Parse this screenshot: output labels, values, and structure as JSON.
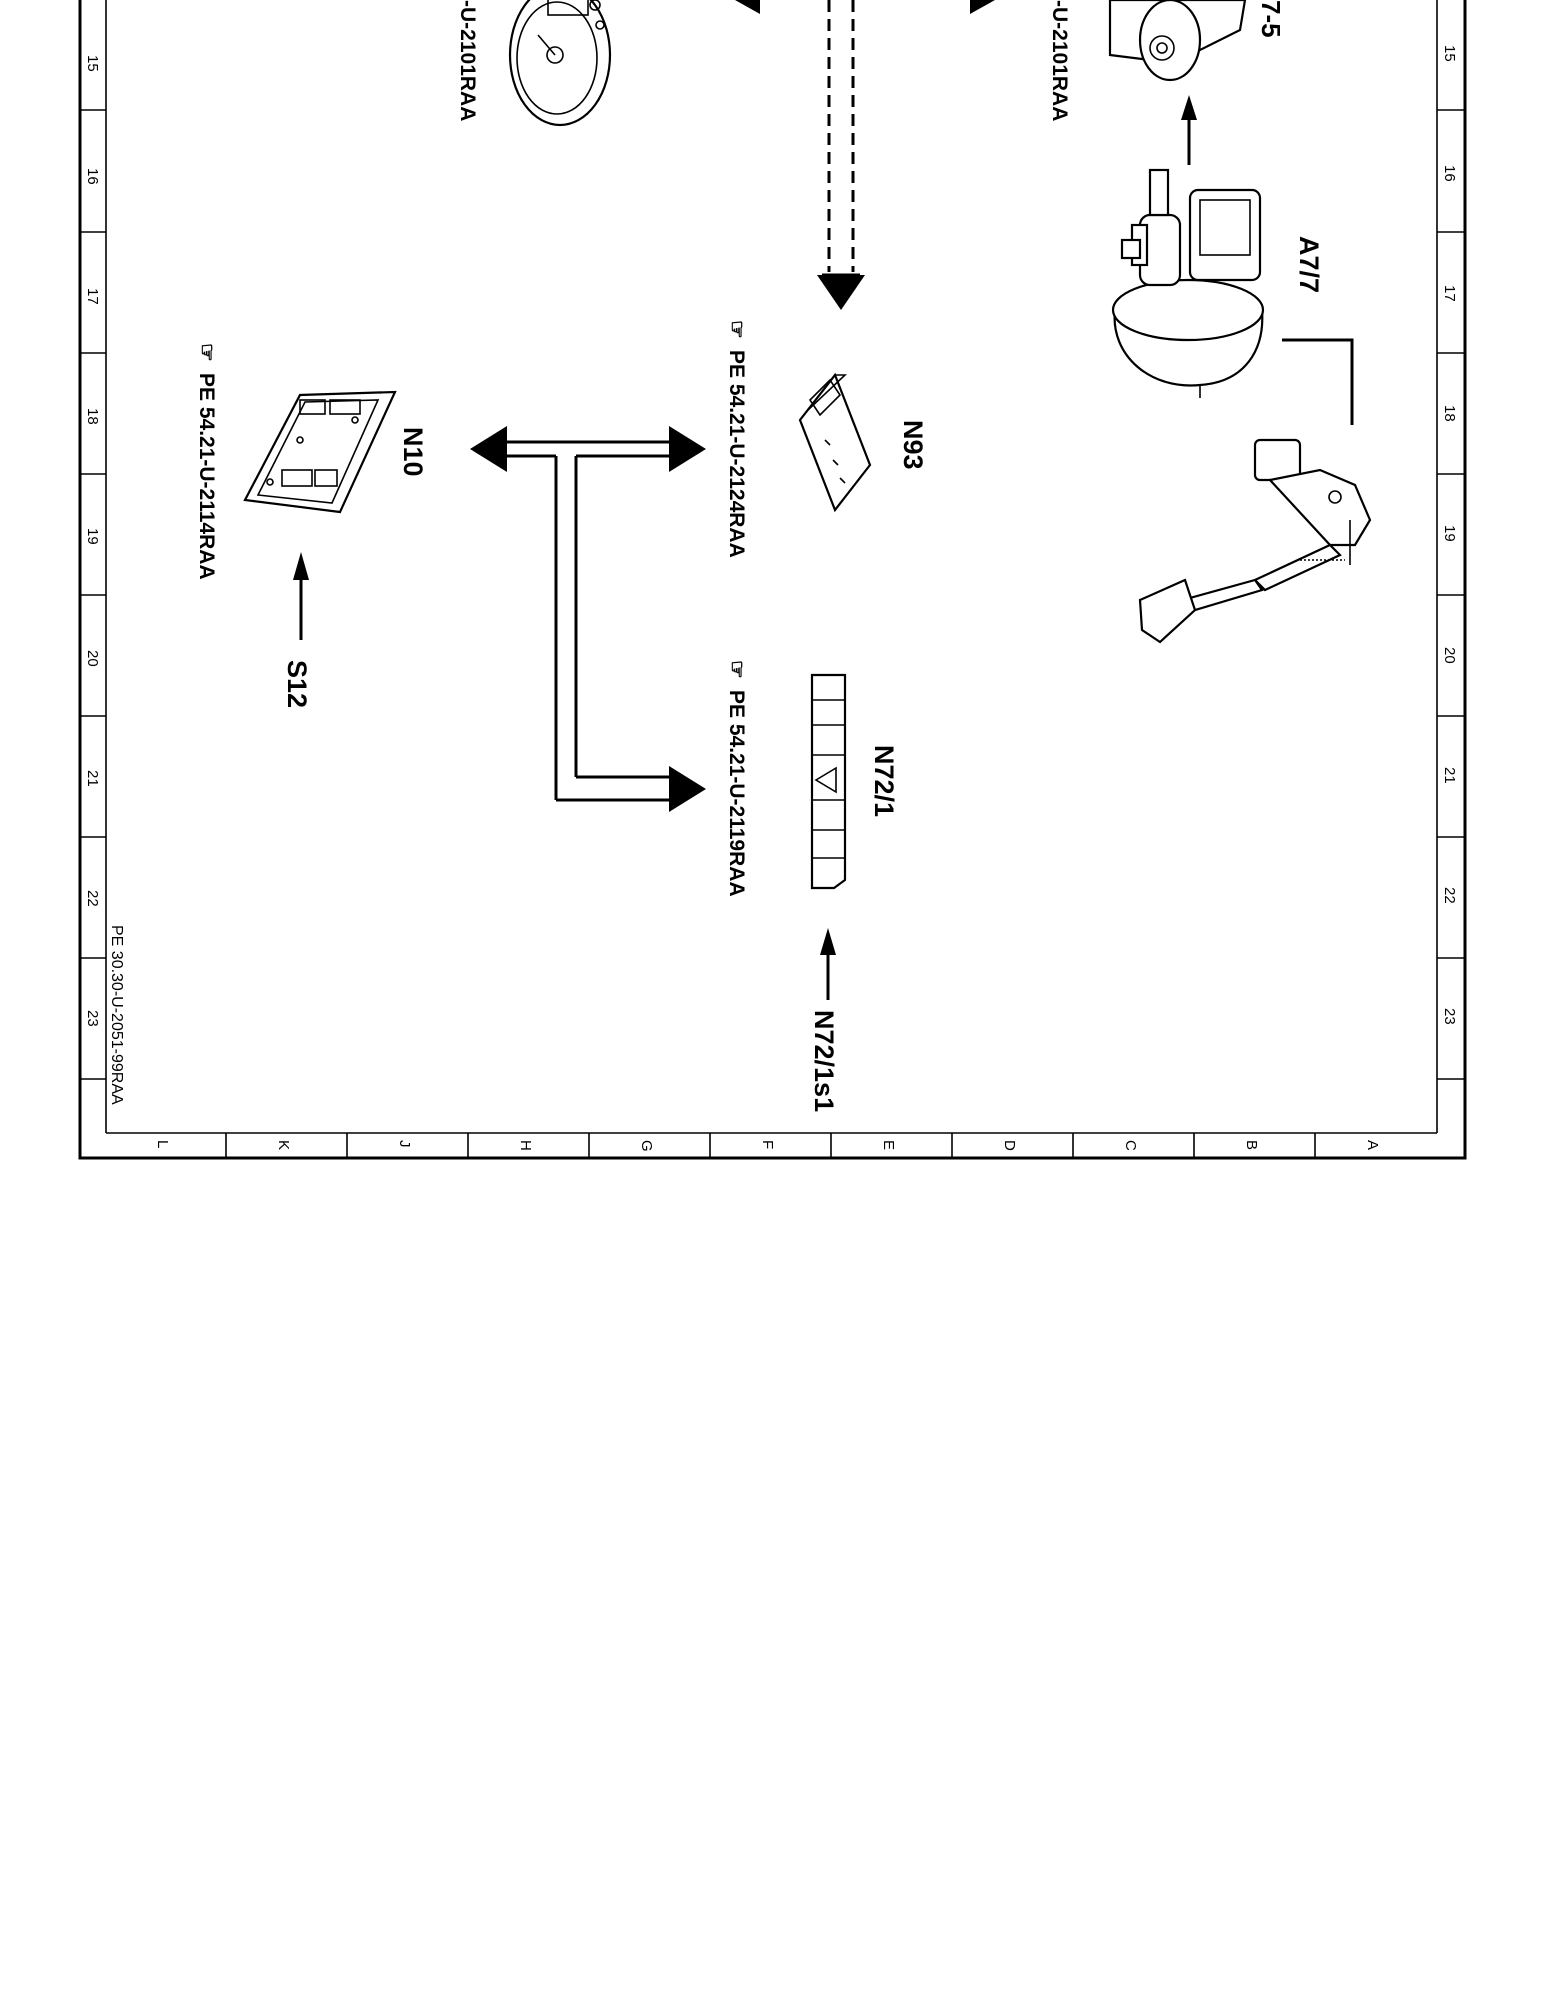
{
  "grid": {
    "rows": [
      "15",
      "16",
      "17",
      "18",
      "19",
      "20",
      "21",
      "22",
      "23"
    ],
    "cols": [
      "L",
      "K",
      "J",
      "H",
      "G",
      "F",
      "E",
      "D",
      "C",
      "B",
      "A"
    ]
  },
  "drawing_number": "PE 30.30-U-2051-99RAA",
  "components": {
    "n10": "N10",
    "n93": "N93",
    "n72_1": "N72/1",
    "n72_1s1": "N72/1s1",
    "s12": "S12",
    "a7_7": "A7/7",
    "partial_top_right": "7-5"
  },
  "references": {
    "n10": "PE 54.21-U-2114RAA",
    "n93": "PE 54.21-U-2124RAA",
    "n72_1": "PE 54.21-U-2119RAA",
    "partial_left": "-U-2101RAA",
    "partial_right": "-U-2101RAA"
  },
  "ref_icon": "hand-pointer-icon"
}
